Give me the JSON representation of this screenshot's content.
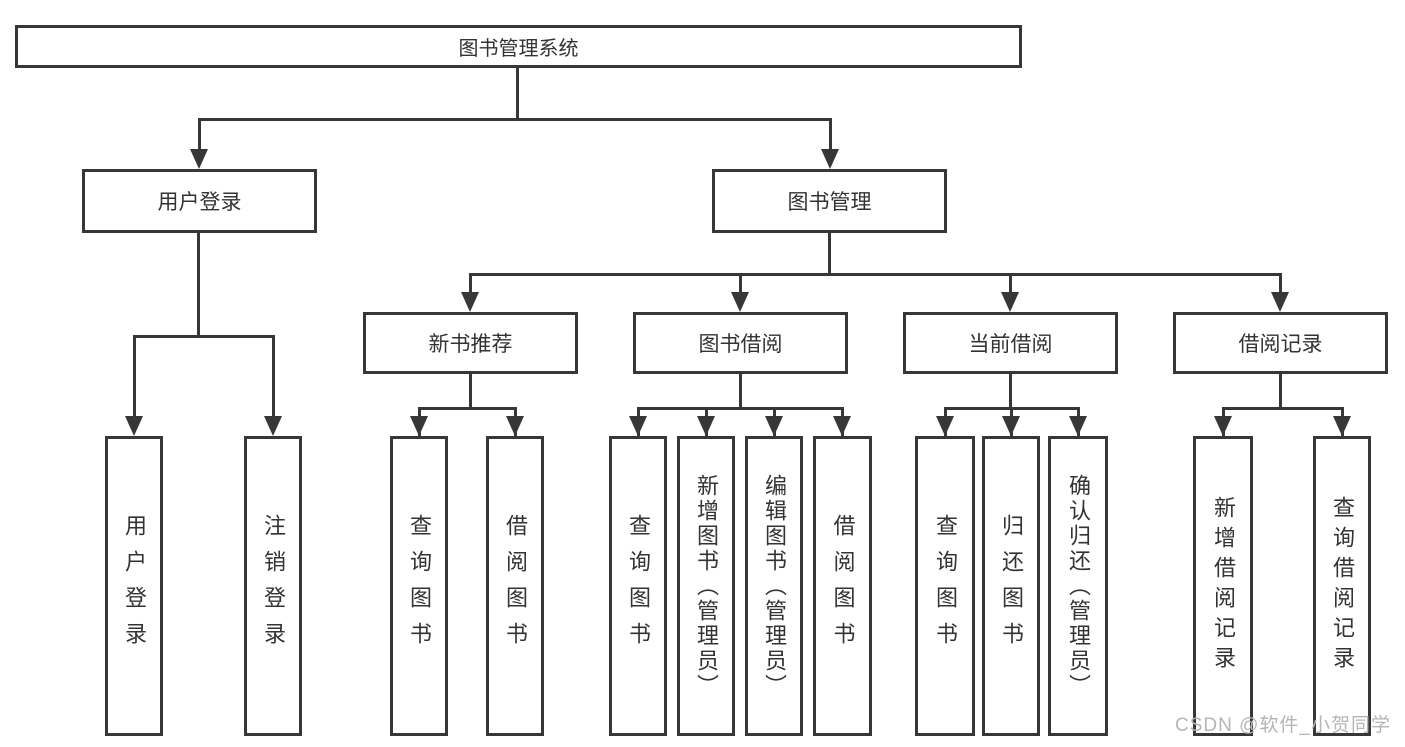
{
  "diagram": {
    "title": "图书管理系统",
    "root": "图书管理系统",
    "level2": [
      "用户登录",
      "图书管理"
    ],
    "level3": [
      "新书推荐",
      "图书借阅",
      "当前借阅",
      "借阅记录"
    ],
    "leaves": {
      "login": [
        "用户登录",
        "注销登录"
      ],
      "recommend": [
        "查询图书",
        "借阅图书"
      ],
      "borrow": [
        "查询图书",
        "新增图书（管理员）",
        "编辑图书（管理员）",
        "借阅图书"
      ],
      "current": [
        "查询图书",
        "归还图书",
        "确认归还（管理员）"
      ],
      "records": [
        "新增借阅记录",
        "查询借阅记录"
      ]
    }
  },
  "watermark": "CSDN @软件_小贺同学",
  "colors": {
    "line": "#373737",
    "text": "#333333",
    "watermark": "#b5b5b5",
    "background": "#ffffff"
  }
}
